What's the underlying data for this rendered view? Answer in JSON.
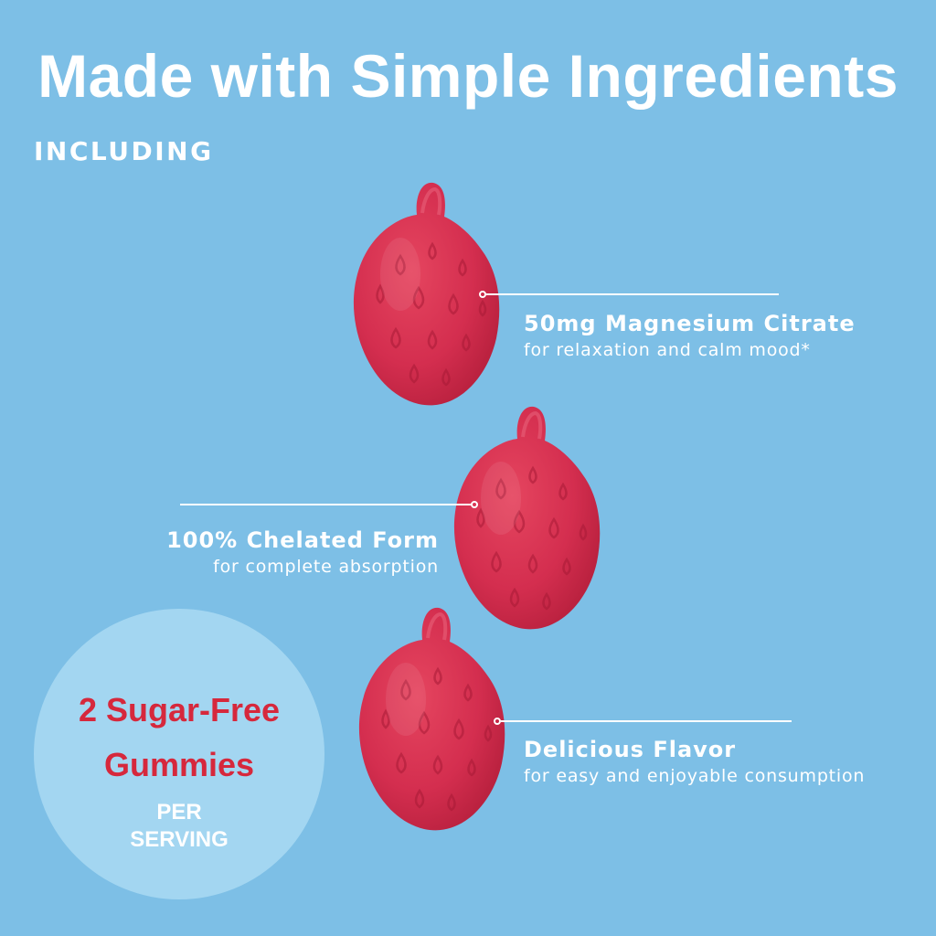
{
  "heading": {
    "title": "Made with Simple Ingredients",
    "subtitle": "INCLUDING"
  },
  "features": [
    {
      "title": "50mg Magnesium Citrate",
      "description": "for relaxation and calm mood*"
    },
    {
      "title": "100% Chelated Form",
      "description": "for complete absorption"
    },
    {
      "title": "Delicious Flavor",
      "description": "for easy and enjoyable consumption"
    }
  ],
  "badge": {
    "line1": "2 Sugar-Free",
    "line2": "Gummies",
    "line3": "PER",
    "line4": "SERVING"
  },
  "colors": {
    "background": "#7dbfe6",
    "badge_background": "#a3d6f1",
    "badge_accent": "#d6283c",
    "gummy": "#d42e4f"
  },
  "icons": [
    "strawberry-gummy-icon"
  ]
}
